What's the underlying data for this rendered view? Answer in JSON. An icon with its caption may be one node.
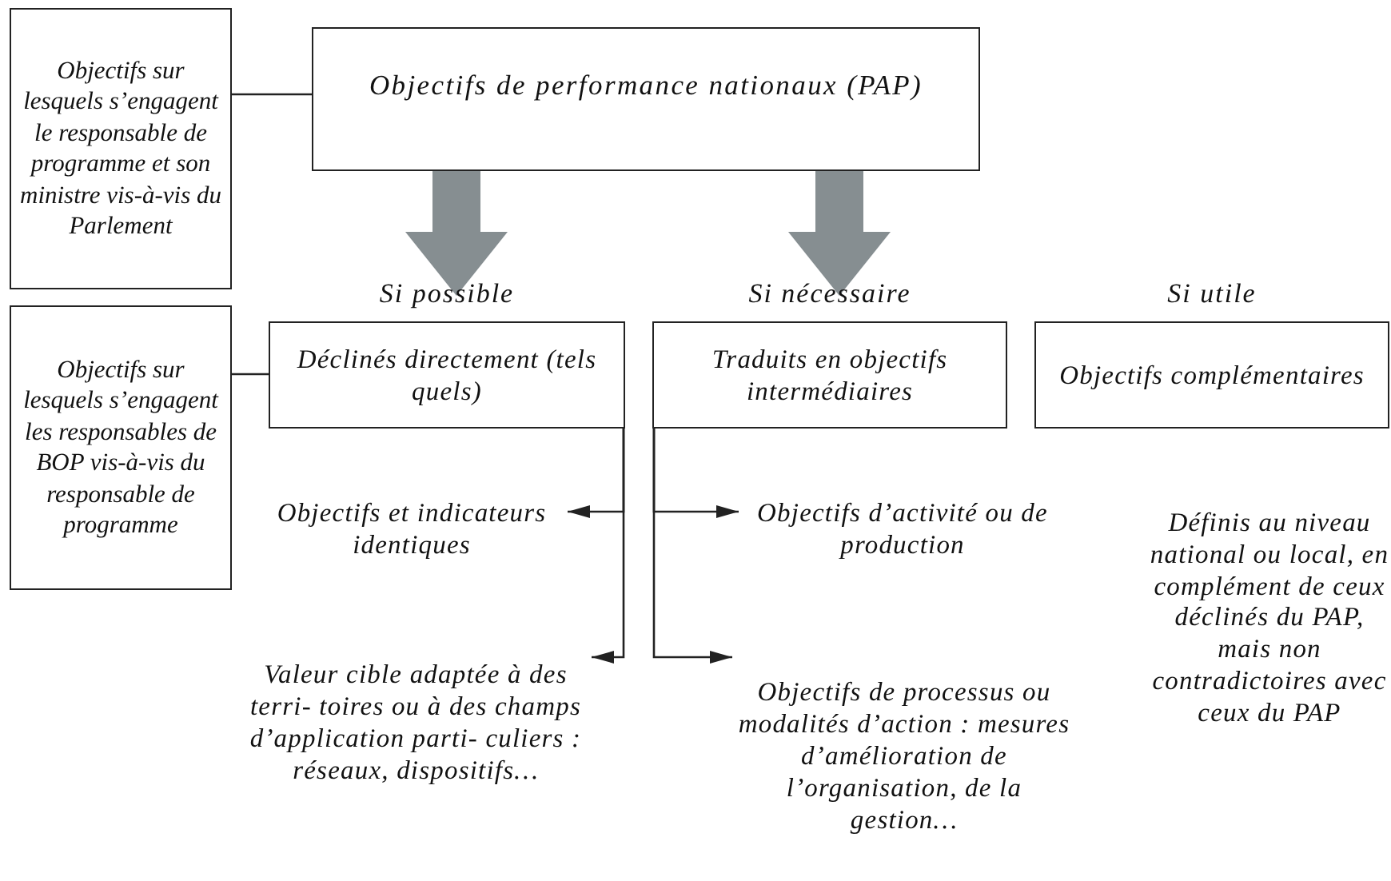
{
  "diagram": {
    "nodes": [
      {
        "text": [
          "Objectifs sur lesquels s’engagent le responsable de programme et son ministre vis-à-vis du Parlement"
        ]
      },
      {
        "text": [
          "Objectifs de performance nationaux (PAP)"
        ]
      },
      {
        "text": [
          "Objectifs sur lesquels s’engagent les responsables de BOP vis-à-vis du responsable de programme"
        ]
      },
      {
        "text": [
          "Déclinés directement (tels quels)"
        ],
        "beside": [
          "Si possible"
        ]
      },
      {
        "text": [
          "Traduits en objectifs intermédiaires"
        ],
        "beside": [
          "Si nécessaire"
        ]
      },
      {
        "text": [
          "Objectifs complémentaires"
        ],
        "beside": [
          "Si utile"
        ]
      },
      {
        "text": [
          "Objectifs et indicateurs identiques"
        ]
      },
      {
        "text": [
          "Valeur cible adaptée à des terri- toires ou à des champs d’application parti- culiers : réseaux, dispositifs…"
        ]
      },
      {
        "text": [
          "Objectifs d’activité ou de production"
        ]
      },
      {
        "text": [
          "Objectifs de processus ou modalités d’action : mesures d’amélioration de l’organisation, de la gestion…"
        ]
      }
    ],
    "edges": [
      {
        "from": 0,
        "to": 1,
        "arrow": "none"
      },
      {
        "from": 2,
        "to": 3,
        "arrow": "none"
      },
      {
        "from": 1,
        "to": 3,
        "arrow": "to",
        "style": "thick",
        "color": "#868e91"
      },
      {
        "from": 1,
        "to": 4,
        "arrow": "to",
        "style": "thick",
        "color": "#868e91"
      },
      {
        "from": 3,
        "to": 6,
        "arrow": "to"
      },
      {
        "from": 3,
        "to": 7,
        "arrow": "to"
      },
      {
        "from": 4,
        "to": 8,
        "arrow": "to"
      },
      {
        "from": 4,
        "to": 9,
        "arrow": "to"
      }
    ],
    "labels": [
      "Définis au niveau national ou local, en complément de ceux déclinés du PAP, mais non contradictoires avec ceux du PAP"
    ]
  }
}
